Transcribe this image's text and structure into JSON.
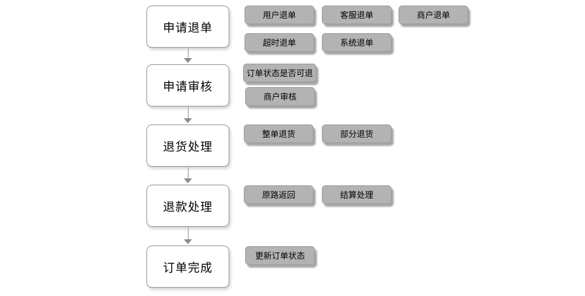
{
  "flow": {
    "title": "refund-order-process-flowchart",
    "stages": [
      {
        "label": "申请退单",
        "tags": [
          "用户退单",
          "客服退单",
          "商户退单",
          "超时退单",
          "系统退单"
        ]
      },
      {
        "label": "申请审核",
        "tags": [
          "订单状态是否可退",
          "商户审核"
        ]
      },
      {
        "label": "退货处理",
        "tags": [
          "整单退货",
          "部分退货"
        ]
      },
      {
        "label": "退款处理",
        "tags": [
          "原路返回",
          "结算处理"
        ]
      },
      {
        "label": "订单完成",
        "tags": [
          "更新订单状态"
        ]
      }
    ]
  },
  "colors": {
    "background": "#ffffff",
    "stage_fill": "#ffffff",
    "stage_border": "#9b9b9b",
    "tag_fill": "#b3b3b3",
    "tag_border": "#9c9c9c",
    "tag_shadow": "#a6a6a6",
    "arrow": "#8c8c8c",
    "text": "#000000"
  }
}
